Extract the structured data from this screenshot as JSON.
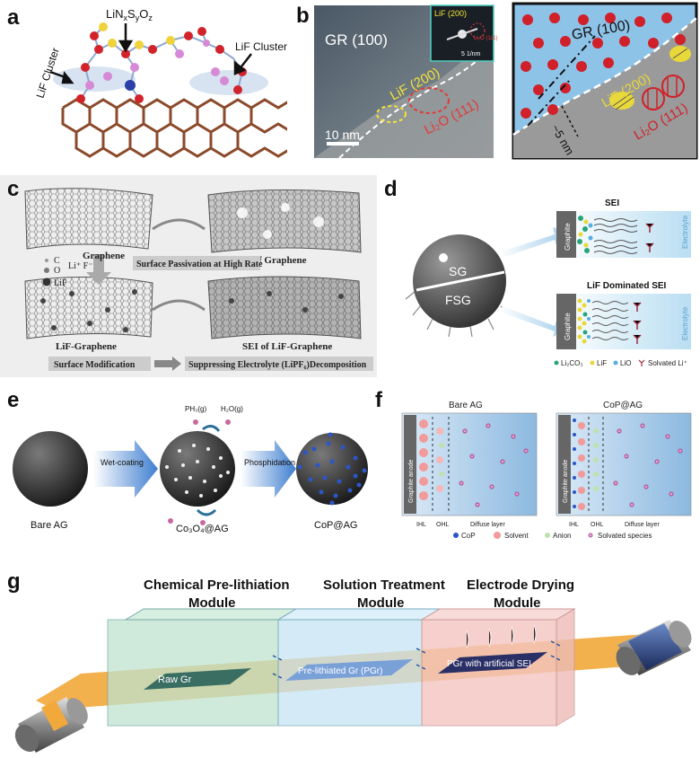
{
  "panels": {
    "a": {
      "label": "a",
      "formula_main": "LiN",
      "formula_sub1": "x",
      "formula_mid1": "S",
      "formula_sub2": "y",
      "formula_mid2": "O",
      "formula_sub3": "z",
      "cluster_left": "LiF Cluster",
      "cluster_right": "LiF Cluster"
    },
    "b": {
      "label": "b",
      "gr_label": "GR (100)",
      "lif_label": "LiF (200)",
      "li2o_label": "Li₂O (111)",
      "fft_label": "LiF (200)",
      "fft_scale": "5 1/nm",
      "fft_li2o": "Li₂O (111)",
      "scale_bar": "10 nm",
      "schem_gr": "GR (100)",
      "schem_lif": "LiF (200)",
      "schem_li2o": "Li₂O (111)",
      "schem_scale": "~5 nm"
    },
    "c": {
      "label": "c",
      "graphene": "Graphene",
      "sei_graphene": "SEI of Graphene",
      "surface_passivation": "Surface Passivation at High Rate",
      "legend_c": "C",
      "legend_o": "O",
      "legend_lif": "LiF",
      "li_f": "Li⁺  F⁻",
      "lif_graphene": "LiF-Graphene",
      "sei_lif_graphene": "SEI of LiF-Graphene",
      "surface_modification": "Surface Modification",
      "suppressing": "Suppressing Electrolyte (LiPF₆)Decomposition"
    },
    "d": {
      "label": "d",
      "sg": "SG",
      "fsg": "FSG",
      "sei": "SEI",
      "lif_sei": "LiF Dominated SEI",
      "graphite": "Graphite",
      "electrolyte": "Electrolyte",
      "legend": [
        "Li₂CO₃",
        "LiF",
        "LiO",
        "Solvated Li⁺"
      ]
    },
    "e": {
      "label": "e",
      "bare_ag": "Bare AG",
      "wet_coating": "Wet-coating",
      "co3o4": "Co₃O₄@AG",
      "phosphidation": "Phosphidation",
      "cop": "CoP@AG",
      "ph3": "PH₃(g)",
      "h2o": "H₂O(g)"
    },
    "f": {
      "label": "f",
      "bare_ag": "Bare AG",
      "cop_ag": "CoP@AG",
      "graphite_anode": "Graphite anode",
      "ihl": "IHL",
      "ohl": "OHL",
      "diffuse": "Diffuse layer",
      "legend": [
        "CoP",
        "Solvent",
        "Anion",
        "Solvated species"
      ]
    },
    "g": {
      "label": "g",
      "module1": "Chemical Pre-lithiation Module",
      "module1_line1": "Chemical Pre-lithiation",
      "module1_line2": "Module",
      "module2_line1": "Solution Treatment",
      "module2_line2": "Module",
      "module3_line1": "Electrode Drying",
      "module3_line2": "Module",
      "raw": "Raw Gr",
      "prelith": "Pre-lithiated Gr (PGr)",
      "pgr_sei": "PGr with artificial SEI"
    }
  },
  "colors": {
    "blue_bg": "#8ec3e8",
    "sei_gray": "#9a9a9a",
    "red_dot": "#d0202a",
    "lif_yellow": "#e8d83a",
    "orange_band": "#f2a93b",
    "green_box": "#bfe3cf",
    "blue_box": "#c6e5f5",
    "pink_box": "#f4c5c0"
  }
}
